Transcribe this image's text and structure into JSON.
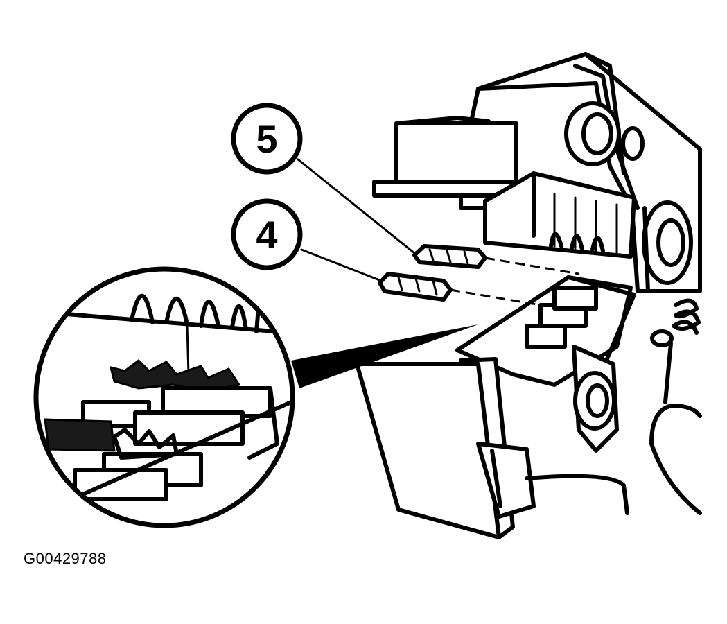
{
  "callouts": [
    {
      "number": "5"
    },
    {
      "number": "4"
    }
  ],
  "figure_code": "G00429788",
  "colors": {
    "ink": "#000000",
    "paper": "#ffffff"
  }
}
